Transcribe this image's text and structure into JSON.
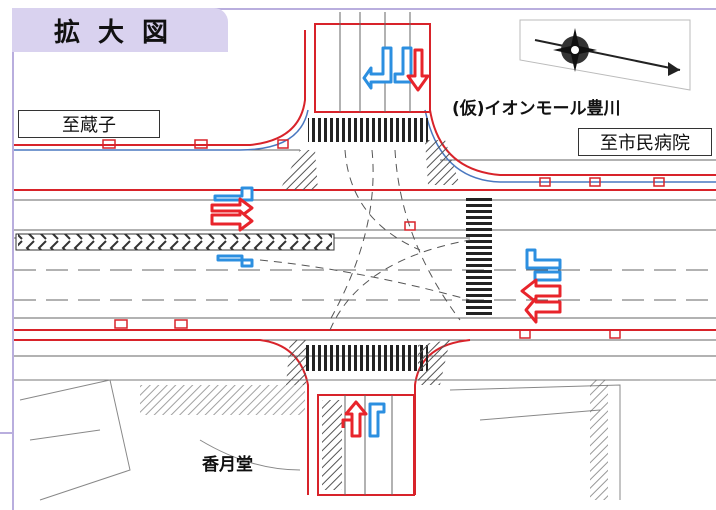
{
  "figure": {
    "title": "拡大図",
    "labels": {
      "west_direction": "至蔵子",
      "east_direction": "至市民病院",
      "facility_north": "(仮)イオンモール豊川",
      "facility_south": "香月堂"
    },
    "colors": {
      "tab_background": "#d9d2ef",
      "frame": "#b9aede",
      "road_outline_red": "#d8232a",
      "arrow_red": "#e8242b",
      "arrow_blue": "#2c8fe0",
      "arrow_blue_inner": "#ffffff",
      "hatch": "#555555"
    },
    "icons": {
      "compass": "compass-rose-icon"
    }
  }
}
